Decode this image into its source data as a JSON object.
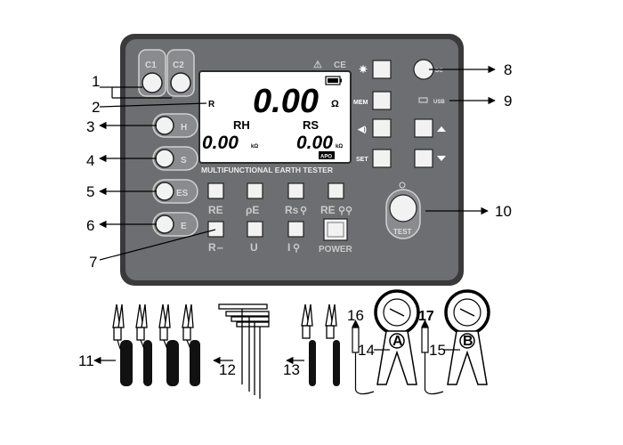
{
  "device": {
    "brand_marks": [
      "⚠",
      "CE"
    ],
    "lcd": {
      "mode": "R",
      "main_value": "0.00",
      "main_unit": "Ω",
      "rh_label": "RH",
      "rh_value": "0.00",
      "rh_unit": "kΩ",
      "rs_label": "RS",
      "rs_value": "0.00",
      "rs_unit": "kΩ",
      "apo": "APO"
    },
    "caption": "MULTIFUNCTIONAL EARTH TESTER",
    "sockets": {
      "c1": "C1",
      "c2": "C2",
      "h": "H",
      "s": "S",
      "es": "ES",
      "e": "E"
    },
    "side_buttons": {
      "mem": "MEM",
      "set": "SET"
    },
    "ports": {
      "dc": "DC",
      "usb": "USB"
    },
    "function_labels": {
      "re": "RE",
      "pe": "ρE",
      "rs": "Rs",
      "re2": "RE",
      "r": "R",
      "u": "U",
      "i": "I",
      "power": "POWER"
    },
    "test_label": "TEST"
  },
  "callouts": [
    "1",
    "2",
    "3",
    "4",
    "5",
    "6",
    "7",
    "8",
    "9",
    "10",
    "11",
    "12",
    "13",
    "14",
    "15",
    "16",
    "17"
  ],
  "clamps": {
    "a": "A",
    "b": "B"
  },
  "colors": {
    "panel": "#6d6e71",
    "panel_dark": "#3a3a3c",
    "lcd": "#ffffff",
    "ink": "#000000"
  }
}
